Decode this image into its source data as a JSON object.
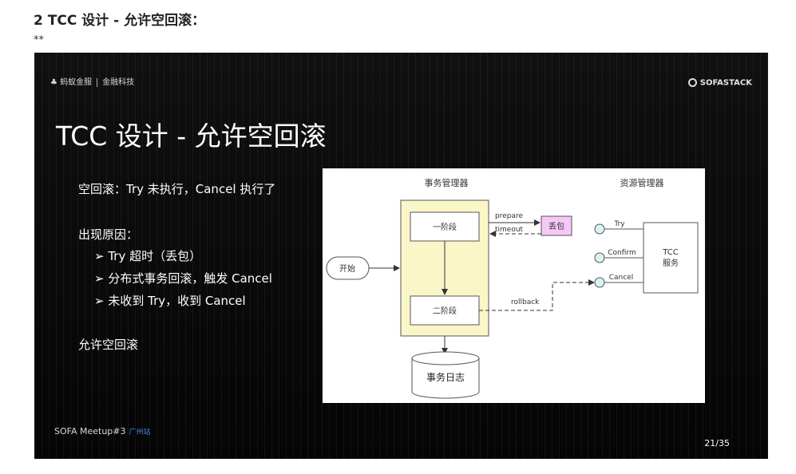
{
  "heading": "2 TCC 设计 - 允许空回滚：",
  "stars": "**",
  "slide": {
    "logo_text": "蚂蚁金服",
    "logo_sub": "金融科技",
    "brand": "SOFASTACK",
    "title": "TCC 设计 - 允许空回滚",
    "line1": "空回滚：Try 未执行，Cancel 执行了",
    "reasons_title": "出现原因：",
    "reasons": [
      "Try 超时（丢包）",
      "分布式事务回滚，触发 Cancel",
      "未收到 Try，收到 Cancel"
    ],
    "allow": "允许空回滚",
    "footer": "SOFA Meetup#3",
    "footer_city": "广州站",
    "page": "21/35"
  },
  "diagram": {
    "tm_label": "事务管理器",
    "rm_label": "资源管理器",
    "phase1": "一阶段",
    "phase2": "二阶段",
    "start": "开始",
    "prepare": "prepare",
    "timeout": "timeout",
    "lost": "丢包",
    "rollback": "rollback",
    "log": "事务日志",
    "try": "Try",
    "confirm": "Confirm",
    "cancel": "Cancel",
    "service_line1": "TCC",
    "service_line2": "服务"
  }
}
